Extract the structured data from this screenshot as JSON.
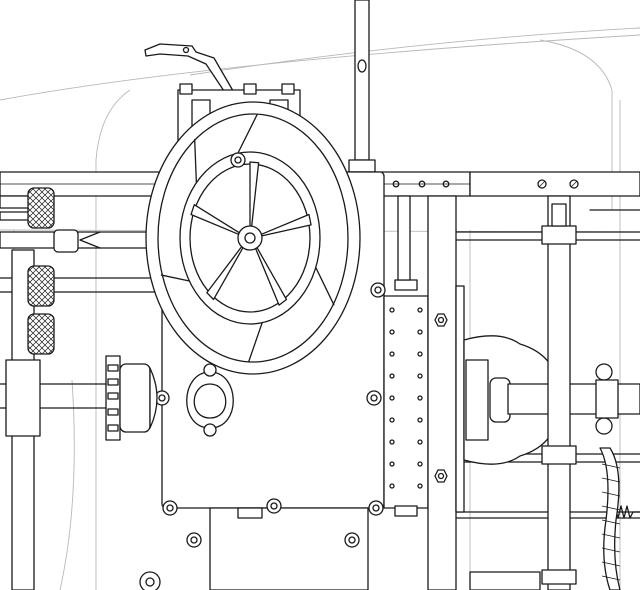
{
  "drawing": {
    "kind": "mechanical line drawing",
    "components": [
      "handwheel",
      "control-lever",
      "vertical-rod",
      "valve-body",
      "riveted-plate",
      "horizontal-pipes",
      "knurled-knobs",
      "flange",
      "oval-gland",
      "right-housing",
      "vertical-pipe",
      "coil-spring",
      "cable-wrap"
    ],
    "colors": {
      "line": "#1a1a1a",
      "background": "#ffffff",
      "guide": "#b8b8b8"
    }
  }
}
